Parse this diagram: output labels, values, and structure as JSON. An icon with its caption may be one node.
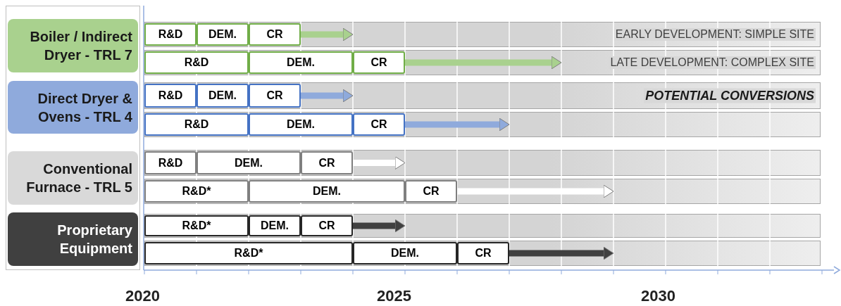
{
  "diagram": {
    "nodes": [
      {
        "text": [
          "Boiler / Indirect Dryer - TRL 7"
        ]
      },
      {
        "text": [
          "EARLY DEVELOPMENT: SIMPLE SITE"
        ]
      },
      {
        "text": [
          "R&D"
        ],
        "in": 1
      },
      {
        "text": [
          "DEM."
        ],
        "in": 1
      },
      {
        "text": [
          "CR"
        ],
        "in": 1
      },
      {
        "text": [
          "LATE DEVELOPMENT: COMPLEX SITE"
        ]
      },
      {
        "text": [
          "R&D"
        ],
        "in": 5
      },
      {
        "text": [
          "DEM."
        ],
        "in": 5
      },
      {
        "text": [
          "CR"
        ],
        "in": 5
      },
      {
        "text": [
          "Direct Dryer & Ovens - TRL 4"
        ]
      },
      {
        "text": [
          "POTENTIAL CONVERSIONS"
        ]
      },
      {
        "text": [
          "R&D"
        ],
        "in": 10
      },
      {
        "text": [
          "DEM."
        ],
        "in": 10
      },
      {
        "text": [
          "CR"
        ],
        "in": 10
      },
      {
        "text": [],
        "shape": "bar"
      },
      {
        "text": [
          "R&D"
        ],
        "in": 14
      },
      {
        "text": [
          "DEM."
        ],
        "in": 14
      },
      {
        "text": [
          "CR"
        ],
        "in": 14
      },
      {
        "text": [
          "Conventional Furnace - TRL 5"
        ]
      },
      {
        "text": [],
        "shape": "bar"
      },
      {
        "text": [
          "R&D"
        ],
        "in": 19
      },
      {
        "text": [
          "DEM."
        ],
        "in": 19
      },
      {
        "text": [
          "CR"
        ],
        "in": 19
      },
      {
        "text": [],
        "shape": "bar"
      },
      {
        "text": [
          "R&D*"
        ],
        "in": 23
      },
      {
        "text": [
          "DEM."
        ],
        "in": 23
      },
      {
        "text": [
          "CR"
        ],
        "in": 23
      },
      {
        "text": [
          "Proprietary Equipment"
        ]
      },
      {
        "text": [],
        "shape": "bar"
      },
      {
        "text": [
          "R&D*"
        ],
        "in": 28
      },
      {
        "text": [
          "DEM."
        ],
        "in": 28
      },
      {
        "text": [
          "CR"
        ],
        "in": 28
      },
      {
        "text": [],
        "shape": "bar"
      },
      {
        "text": [
          "R&D*"
        ],
        "in": 32
      },
      {
        "text": [
          "DEM."
        ],
        "in": 32
      },
      {
        "text": [
          "CR"
        ],
        "in": 32
      }
    ],
    "edges": [
      {
        "from": 4,
        "to": 1,
        "arrow": "to",
        "color": "#a9d18e"
      },
      {
        "from": 8,
        "to": 5,
        "arrow": "to",
        "color": "#a9d18e"
      },
      {
        "from": 13,
        "to": 10,
        "arrow": "to",
        "color": "#8faadc"
      },
      {
        "from": 17,
        "to": 14,
        "arrow": "to",
        "color": "#8faadc"
      },
      {
        "from": 22,
        "to": 19,
        "arrow": "to",
        "color": "#ffffff"
      },
      {
        "from": 26,
        "to": 23,
        "arrow": "to",
        "color": "#ffffff"
      },
      {
        "from": 31,
        "to": 28,
        "arrow": "to",
        "color": "#404040"
      },
      {
        "from": 35,
        "to": 32,
        "arrow": "to",
        "color": "#404040"
      }
    ],
    "labels": [
      "2020",
      "2025",
      "2030"
    ]
  }
}
